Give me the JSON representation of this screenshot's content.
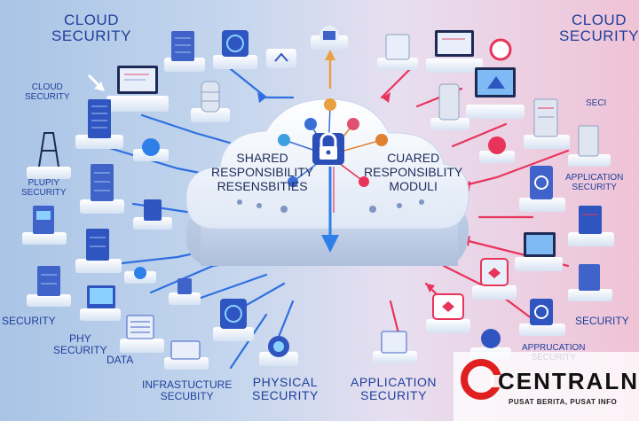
{
  "labels": {
    "cloud_security_left": "CLOUD\nSECURITY",
    "cloud_security_right": "CLOUD\nSECURITY",
    "cloud_security_small": "CLOUD\nSECURITY",
    "plupiy_security": "PLUPIY\nSECURITY",
    "security_left": "SECURITY",
    "phy_security": "PHY\nSECURITY",
    "data": "DATA",
    "infrastructure_security": "INFRASTUCTURE\nSECUBITY",
    "physical_security": "PHYSICAL\nSECURITY",
    "application_security_bottom": "APPLICATION\nSECURITY",
    "application_security_right": "APPLICATION\nSECURITY",
    "security_right": "SECURITY",
    "apprucation_security": "APPRUCATION\nSECURITY",
    "seci": "SECI"
  },
  "cloud": {
    "left_text": "SHARED\nRESPONSIBILITY\nRESENSBITIES",
    "right_text": "CUARED\nRESPONSIBLITY\nMODULI"
  },
  "brand": {
    "name": "CENTRALNE",
    "tagline": "PUSAT BERITA, PUSAT INFO"
  },
  "colors": {
    "left_accent": "#2f6fe0",
    "right_accent": "#e8345a",
    "label_blue": "#1f3f9a"
  }
}
